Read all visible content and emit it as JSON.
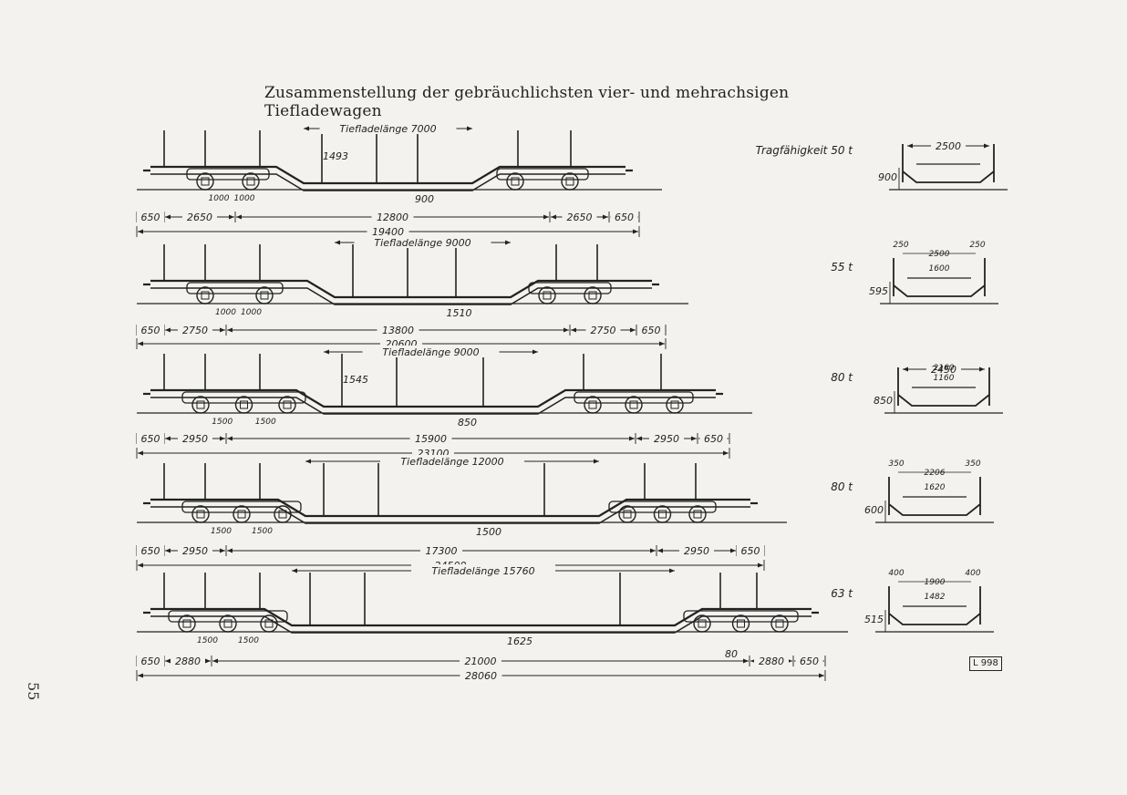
{
  "title": "Zusammenstellung der gebräuchlichsten vier- und mehrachsigen Tiefladewagen",
  "page_number": "55",
  "reference": "L 998",
  "wagons": [
    {
      "capacity_label": "Tragfähigkeit 50 t",
      "low_deck_label": "Tiefladelänge 7000",
      "deck_height": "1493",
      "ground_clearance": "900",
      "axle_spacing": [
        "1000",
        "1000"
      ],
      "dims_row1": [
        "650",
        "2650",
        "12800",
        "2650",
        "650"
      ],
      "total_length": "19400",
      "section": {
        "top": [
          "2500"
        ],
        "height": "900"
      }
    },
    {
      "capacity_label": "55 t",
      "low_deck_label": "Tiefladelänge 9000",
      "ground_clearance": "1510",
      "axle_spacing": [
        "1000",
        "1000"
      ],
      "dims_row1": [
        "650",
        "2750",
        "13800",
        "2750",
        "650"
      ],
      "total_length": "20600",
      "section": {
        "top": [
          "250",
          "2500",
          "250"
        ],
        "inner": [
          "1600"
        ],
        "height": "595"
      }
    },
    {
      "capacity_label": "80 t",
      "low_deck_label": "Tiefladelänge 9000",
      "deck_height": "1545",
      "ground_clearance": "850",
      "axle_spacing": [
        "1500",
        "1500"
      ],
      "dims_row1": [
        "650",
        "2950",
        "15900",
        "2950",
        "650"
      ],
      "total_length": "23100",
      "section": {
        "top": [
          "2450"
        ],
        "inner": [
          "2160",
          "1160"
        ],
        "height": "850"
      }
    },
    {
      "capacity_label": "80 t",
      "low_deck_label": "Tiefladelänge 12000",
      "ground_clearance": "1500",
      "axle_spacing": [
        "1500",
        "1500"
      ],
      "dims_row1": [
        "650",
        "2950",
        "17300",
        "2950",
        "650"
      ],
      "total_length": "24500",
      "section": {
        "top": [
          "350",
          "2206",
          "350"
        ],
        "inner": [
          "1620"
        ],
        "height": "600"
      }
    },
    {
      "capacity_label": "63 t",
      "low_deck_label": "Tiefladelänge 15760",
      "ground_clearance": "1625",
      "axle_spacing": [
        "1500",
        "1500"
      ],
      "extra_dim": "80",
      "dims_row1": [
        "650",
        "2880",
        "21000",
        "2880",
        "650"
      ],
      "total_length": "28060",
      "section": {
        "top": [
          "400",
          "1900",
          "400"
        ],
        "inner": [
          "1482"
        ],
        "height": "515"
      }
    }
  ]
}
